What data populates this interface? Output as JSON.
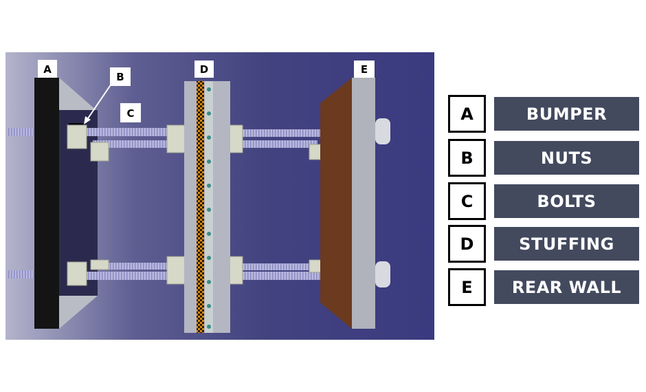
{
  "diagram": {
    "callouts": [
      "A",
      "B",
      "C",
      "D",
      "E"
    ]
  },
  "legend": [
    {
      "letter": "A",
      "name": "BUMPER"
    },
    {
      "letter": "B",
      "name": "NUTS"
    },
    {
      "letter": "C",
      "name": "BOLTS"
    },
    {
      "letter": "D",
      "name": "STUFFING"
    },
    {
      "letter": "E",
      "name": "REAR WALL"
    }
  ],
  "colors": {
    "legend_box": "#434a5e",
    "bumper": "#141414",
    "rear_wall": "#6b3a1f",
    "stuffing": "#c97a10"
  }
}
